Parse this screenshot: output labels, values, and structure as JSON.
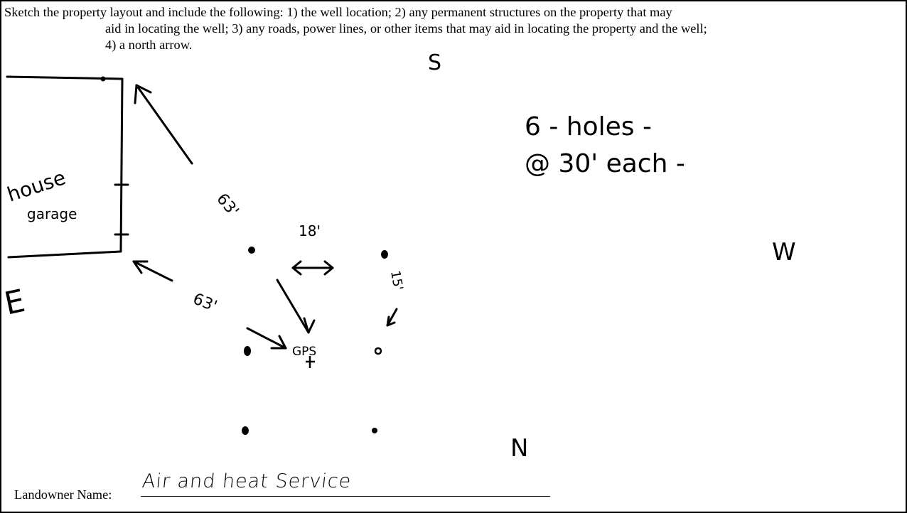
{
  "form": {
    "instructions": {
      "line1": "Sketch the property layout and include the following: 1) the well location; 2) any permanent structures on the property that may",
      "line2": "aid in locating the well; 3) any roads, power lines, or other items that may aid in locating the property and the well;",
      "line3": "4) a north arrow."
    },
    "landowner_label": "Landowner Name:",
    "landowner_value": "Air and heat Service"
  },
  "sketch": {
    "compass": {
      "south": "S",
      "north": "N",
      "east": "E",
      "west": "W"
    },
    "house_label": "house",
    "garage_label": "garage",
    "notes": {
      "holes": "6 - holes -",
      "depth": "@ 30' each -"
    },
    "measurements": {
      "house_distance_top": "63'",
      "house_distance_bottom": "63'",
      "hole_spacing": "18'",
      "side_spacing": "15'"
    },
    "gps_label": "GPS"
  }
}
